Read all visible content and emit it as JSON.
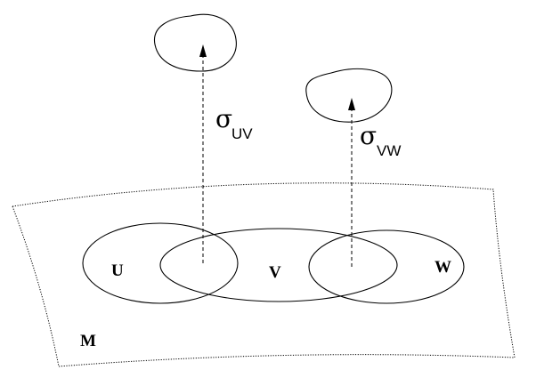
{
  "labels": {
    "manifold": "M",
    "set_u": "U",
    "set_v": "V",
    "set_w": "W"
  },
  "sections": {
    "uv": {
      "symbol": "σ",
      "subscript": "UV"
    },
    "vw": {
      "symbol": "σ",
      "subscript": "VW"
    }
  }
}
